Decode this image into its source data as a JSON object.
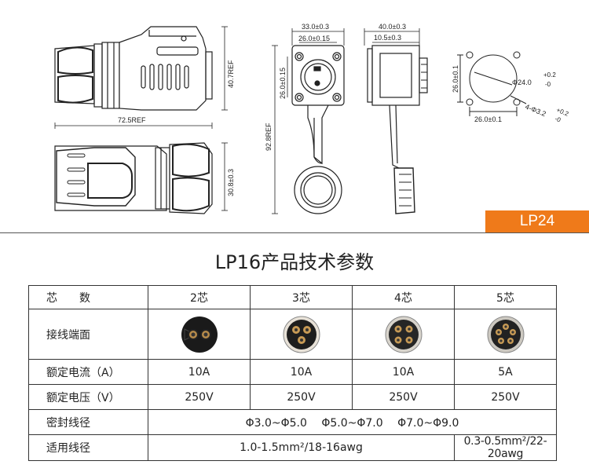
{
  "drawing": {
    "dims": {
      "d_33": "33.0±0.3",
      "d_26a": "26.0±0.15",
      "d_40": "40.0±0.3",
      "d_10": "10.5±0.3",
      "d_407": "40.7REF",
      "d_725": "72.5REF",
      "d_308": "30.8±0.3",
      "d_26v": "26.0±0.15",
      "d_928": "92.8REF",
      "d_26r": "26.0±0.1",
      "d_26b": "26.0±0.1",
      "d_phi24": "Φ24.0",
      "d_phi24_tol_up": "+0.2",
      "d_phi24_tol_dn": "-0",
      "d_phi32": "4-Φ3.2",
      "d_phi32_tol_up": "+0.2",
      "d_phi32_tol_dn": "-0"
    },
    "tag": "LP24"
  },
  "title": "LP16产品技术参数",
  "table": {
    "header": {
      "label": "芯　　数",
      "cols": [
        "2芯",
        "3芯",
        "4芯",
        "5芯"
      ]
    },
    "pin_row_label": "接线端面",
    "pin_icons": [
      "connector-2pin-icon",
      "connector-3pin-icon",
      "connector-4pin-icon",
      "connector-5pin-icon"
    ],
    "current": {
      "label": "额定电流（A）",
      "values": [
        "10A",
        "10A",
        "10A",
        "5A"
      ]
    },
    "voltage": {
      "label": "额定电压（V）",
      "values": [
        "250V",
        "250V",
        "250V",
        "250V"
      ]
    },
    "seal": {
      "label": "密封线径",
      "value": "Φ3.0~Φ5.0　 Φ5.0~Φ7.0　 Φ7.0~Φ9.0"
    },
    "wire": {
      "label": "适用线径",
      "value_main": "1.0-1.5mm²/18-16awg",
      "value_small": "0.3-0.5mm²/22-20awg"
    }
  },
  "colors": {
    "accent": "#ef7a1a",
    "ink": "#222222"
  }
}
